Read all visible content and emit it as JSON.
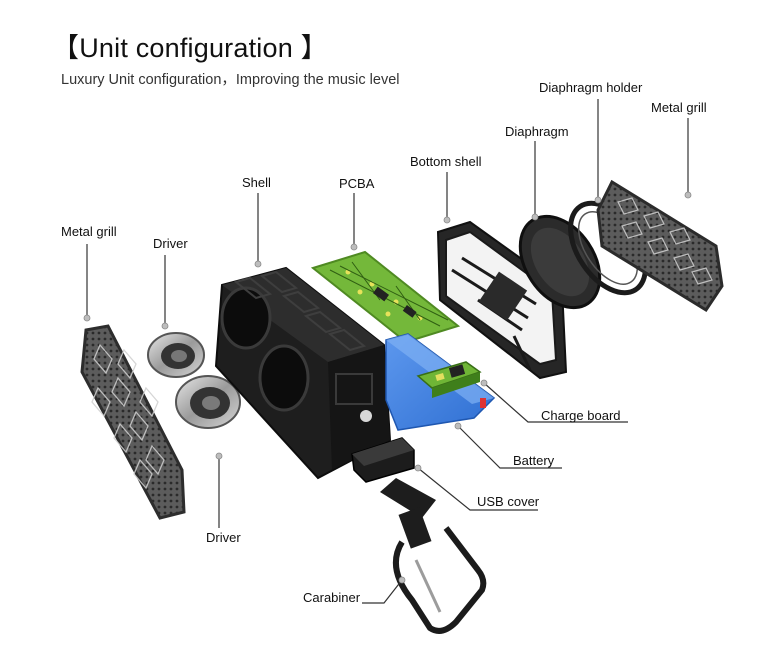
{
  "header": {
    "title": "【Unit configuration 】",
    "subtitle": "Luxury Unit configuration，Improving the music level"
  },
  "labels": {
    "metal_grill_left": "Metal grill",
    "driver_top": "Driver",
    "shell": "Shell",
    "pcba": "PCBA",
    "bottom_shell": "Bottom shell",
    "diaphragm": "Diaphragm",
    "diaphragm_holder": "Diaphragm holder",
    "metal_grill_right": "Metal grill",
    "charge_board": "Charge board",
    "battery": "Battery",
    "usb_cover": "USB cover",
    "driver_bottom": "Driver",
    "carabiner": "Carabiner"
  },
  "colors": {
    "leader_line": "#333333",
    "leader_dot": "#b9b9b9",
    "pcb_green": "#6fb536",
    "battery_blue": "#3d7fe0",
    "shell_black": "#1b1b1b"
  }
}
